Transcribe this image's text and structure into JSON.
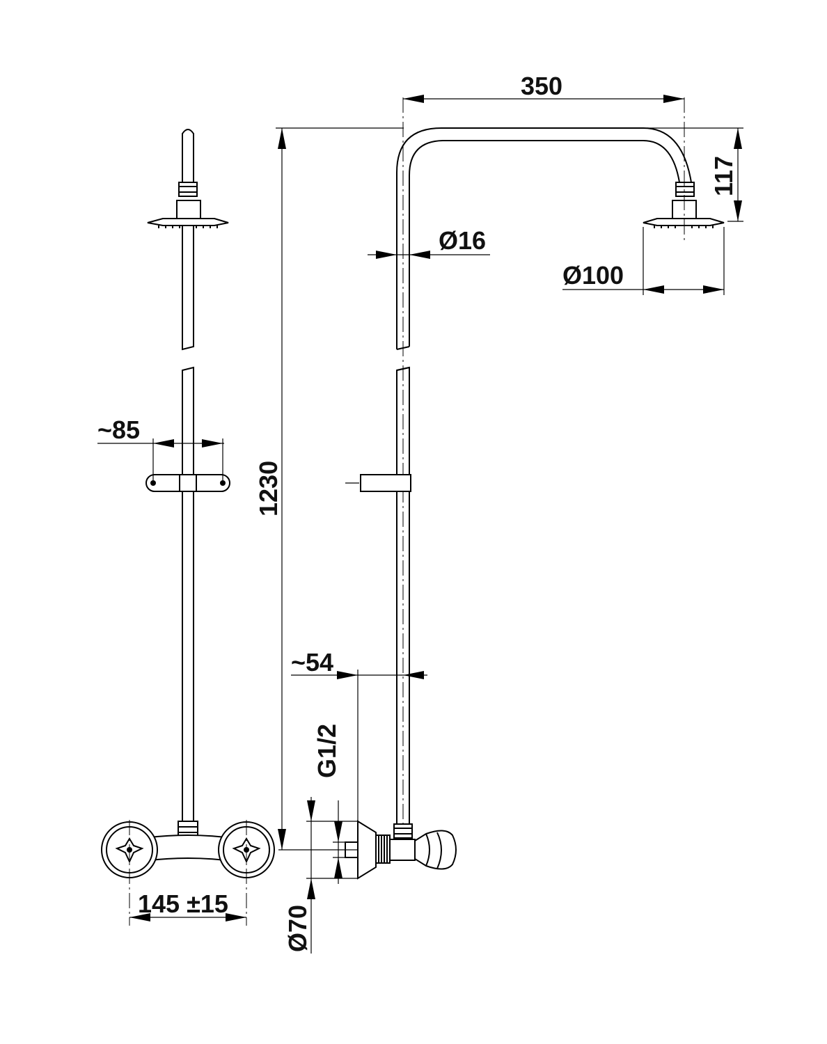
{
  "drawing": {
    "dimensions": {
      "width_span": "350",
      "drop_height": "117",
      "pipe_diameter": "Ø16",
      "head_diameter": "Ø100",
      "total_height": "1230",
      "bracket_width": "~85",
      "wall_offset": "~54",
      "thread_size": "G1/2",
      "escutcheon_diameter": "Ø70",
      "inlet_spacing": "145 ±15"
    },
    "colors": {
      "ink": "#000000",
      "background": "#ffffff"
    }
  }
}
